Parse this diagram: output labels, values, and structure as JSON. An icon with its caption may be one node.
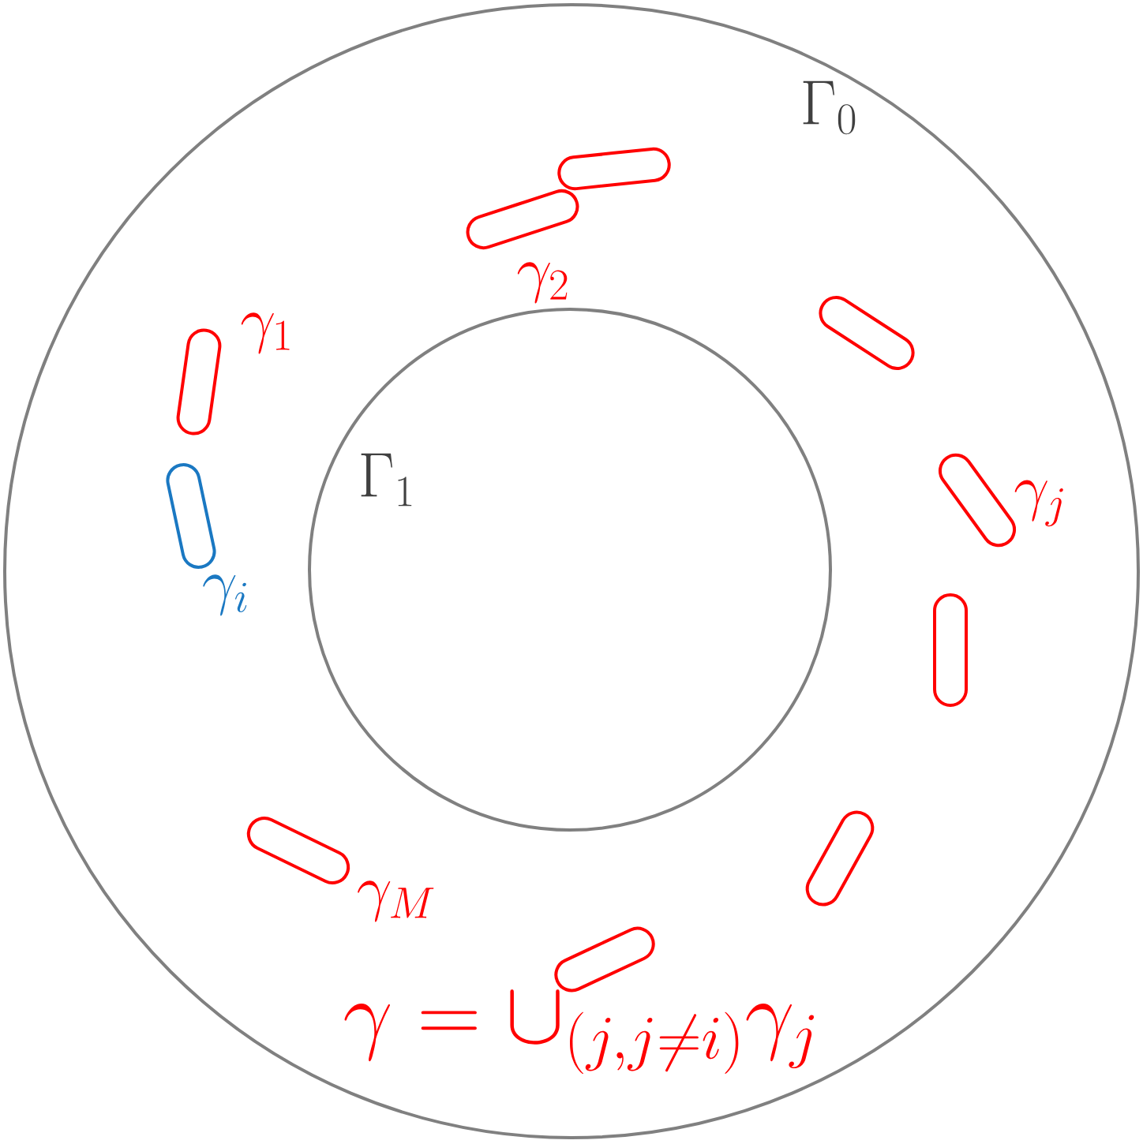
{
  "diagram": {
    "nodes": [
      {
        "text": [
          "\\Gamma_0"
        ]
      },
      {
        "text": [
          "\\Gamma_1"
        ],
        "in": 0
      },
      {
        "text": [],
        "shape": "capsule",
        "beside": [
          "\\gamma_2"
        ],
        "in": 0
      },
      {
        "text": [],
        "shape": "capsule",
        "in": 0
      },
      {
        "text": [],
        "shape": "capsule",
        "beside": [
          "\\gamma_1"
        ],
        "in": 0
      },
      {
        "text": [],
        "shape": "capsule",
        "in": 0
      },
      {
        "text": [],
        "shape": "capsule",
        "beside": [
          "\\gamma_j"
        ],
        "in": 0
      },
      {
        "text": [],
        "shape": "capsule",
        "beside": [
          "\\gamma_i"
        ],
        "in": 0
      },
      {
        "text": [],
        "shape": "capsule",
        "in": 0
      },
      {
        "text": [],
        "shape": "capsule",
        "in": 0
      },
      {
        "text": [],
        "shape": "capsule",
        "beside": [
          "\\gamma_M"
        ],
        "in": 0
      },
      {
        "text": [],
        "shape": "capsule",
        "in": 0
      }
    ],
    "labels": [
      "\\gamma = \\cup_{(j,j\\neq i)}\\gamma_j"
    ]
  }
}
